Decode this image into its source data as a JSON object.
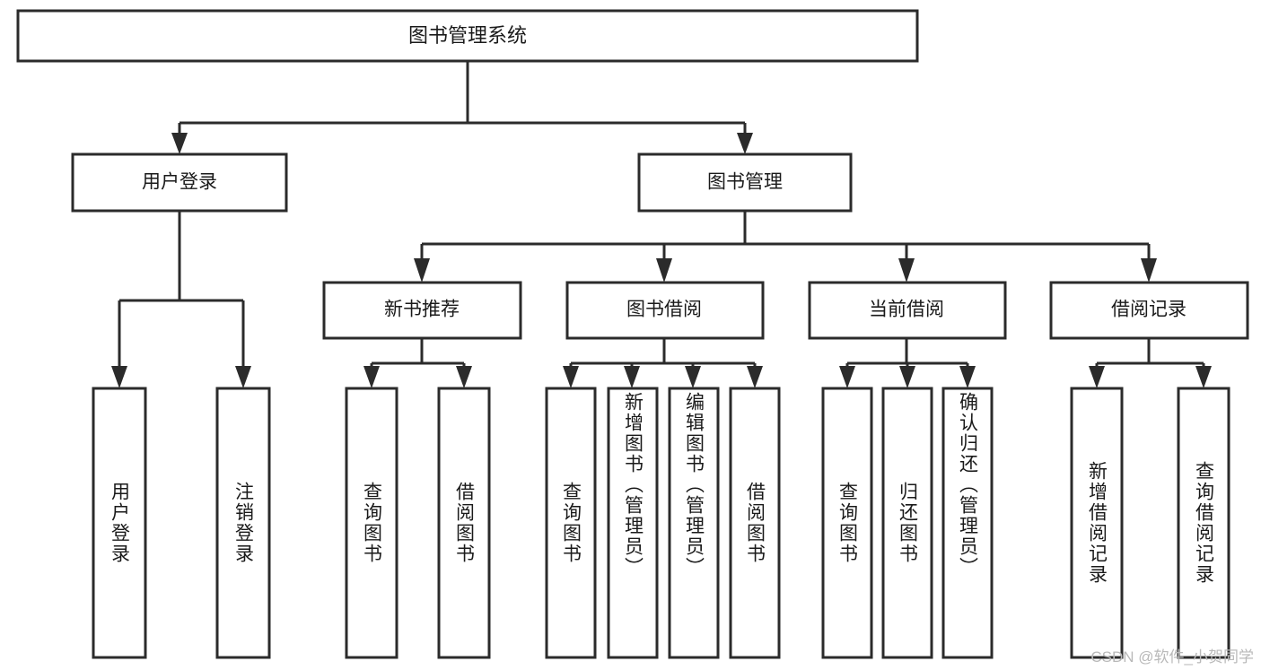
{
  "diagram": {
    "title": "图书管理系统",
    "type": "tree-hierarchy-chart",
    "root": {
      "label": "图书管理系统"
    },
    "level2": [
      {
        "label": "用户登录"
      },
      {
        "label": "图书管理"
      }
    ],
    "level3": [
      {
        "label": "新书推荐"
      },
      {
        "label": "图书借阅"
      },
      {
        "label": "当前借阅"
      },
      {
        "label": "借阅记录"
      }
    ],
    "leaves": {
      "user_login": [
        {
          "label": "用户登录"
        },
        {
          "label": "注销登录"
        }
      ],
      "new_book_recommend": [
        {
          "label": "查询图书"
        },
        {
          "label": "借阅图书"
        }
      ],
      "book_borrow": [
        {
          "label": "查询图书"
        },
        {
          "label": "新增图书（管理员）"
        },
        {
          "label": "编辑图书（管理员）"
        },
        {
          "label": "借阅图书"
        }
      ],
      "current_borrow": [
        {
          "label": "查询图书"
        },
        {
          "label": "归还图书"
        },
        {
          "label": "确认归还（管理员）"
        }
      ],
      "borrow_record": [
        {
          "label": "新增借阅记录"
        },
        {
          "label": "查询借阅记录"
        }
      ]
    },
    "watermark": "CSDN @软件_小贺同学",
    "colors": {
      "stroke": "#2b2b2b",
      "fill": "#ffffff",
      "text": "#1a1a1a",
      "watermark": "#b9b9b9"
    }
  }
}
